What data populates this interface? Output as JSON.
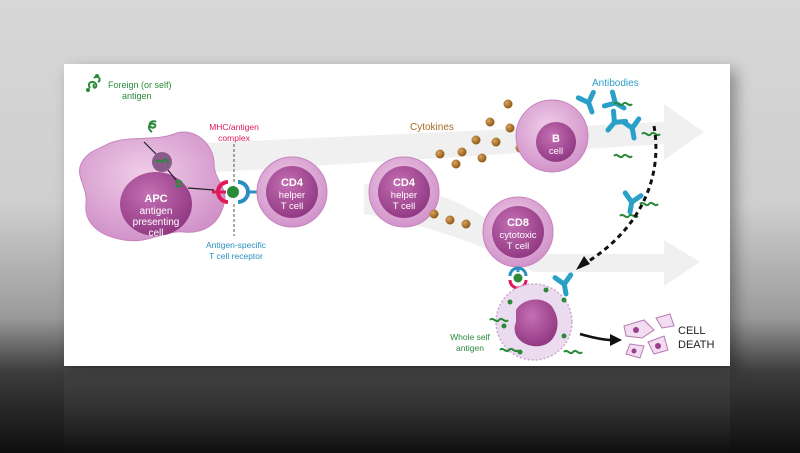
{
  "labels": {
    "foreign_antigen_line1": "Foreign (or self)",
    "foreign_antigen_line2": "antigen",
    "mhc_line1": "MHC/antigen",
    "mhc_line2": "complex",
    "apc_line1": "APC",
    "apc_line2": "antigen",
    "apc_line3": "presenting",
    "apc_line4": "cell",
    "cd4a_line1": "CD4",
    "cd4a_line2": "helper",
    "cd4a_line3": "T cell",
    "receptor_line1": "Antigen-specific",
    "receptor_line2": "T cell receptor",
    "cd4b_line1": "CD4",
    "cd4b_line2": "helper",
    "cd4b_line3": "T cell",
    "cytokines": "Cytokines",
    "bcell_line1": "B",
    "bcell_line2": "cell",
    "antibodies": "Antibodies",
    "cd8_line1": "CD8",
    "cd8_line2": "cytotoxic",
    "cd8_line3": "T cell",
    "self_antigen_line1": "Whole self",
    "self_antigen_line2": "antigen",
    "death_line1": "CELL",
    "death_line2": "DEATH"
  },
  "colors": {
    "cell_fill": "#d8a6d3",
    "cell_dark": "#9a3f8e",
    "nucleus": "#a5488f",
    "antigen_green": "#2a8a3a",
    "mhc_red": "#e0195a",
    "receptor_blue": "#2a8fc0",
    "antibody_blue": "#2aa0c8",
    "cytokine_brown": "#a86a22",
    "arrow_grey": "#ececec"
  }
}
